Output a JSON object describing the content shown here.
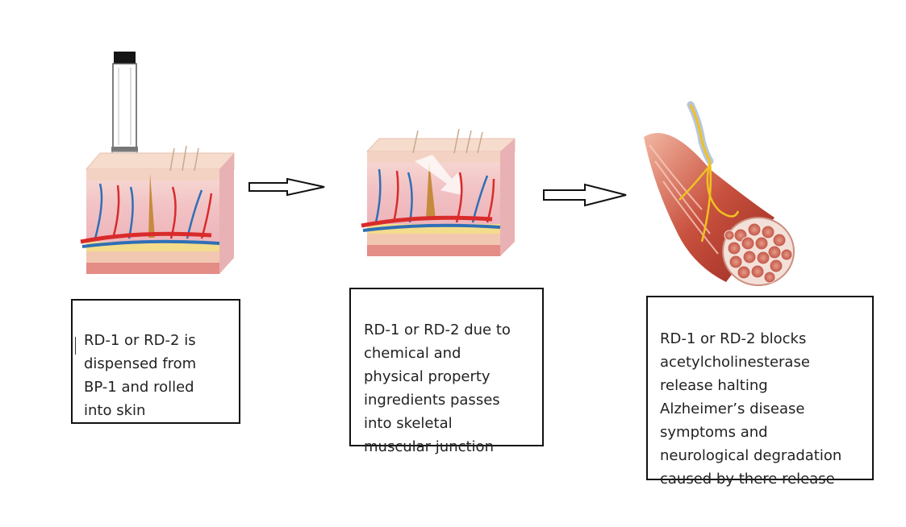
{
  "steps": [
    {
      "caption": "RD-1 or RD-2 is\ndispensed from\nBP-1 and rolled\ninto skin"
    },
    {
      "caption": "RD-1 or RD-2 due to\nchemical and\nphysical property\ningredients passes\ninto skeletal\nmuscular junction"
    },
    {
      "caption": "RD-1 or RD-2 blocks\nacetylcholinesterase\nrelease halting\nAlzheimer’s disease\nsymptoms and\nneurological degradation\ncaused by there release"
    }
  ],
  "icons": {
    "applicator": "roll-on-applicator-icon",
    "skin": "skin-cross-section-icon",
    "muscle": "muscle-fiber-bundle-icon",
    "arrow": "right-arrow-icon"
  },
  "colors": {
    "outline": "#111111",
    "text": "#222222",
    "artery": "#d92b2b",
    "vein": "#2f6fb5",
    "nerve": "#f0c21f",
    "skin": "#f3c7c4",
    "fat": "#f3dc8c"
  }
}
